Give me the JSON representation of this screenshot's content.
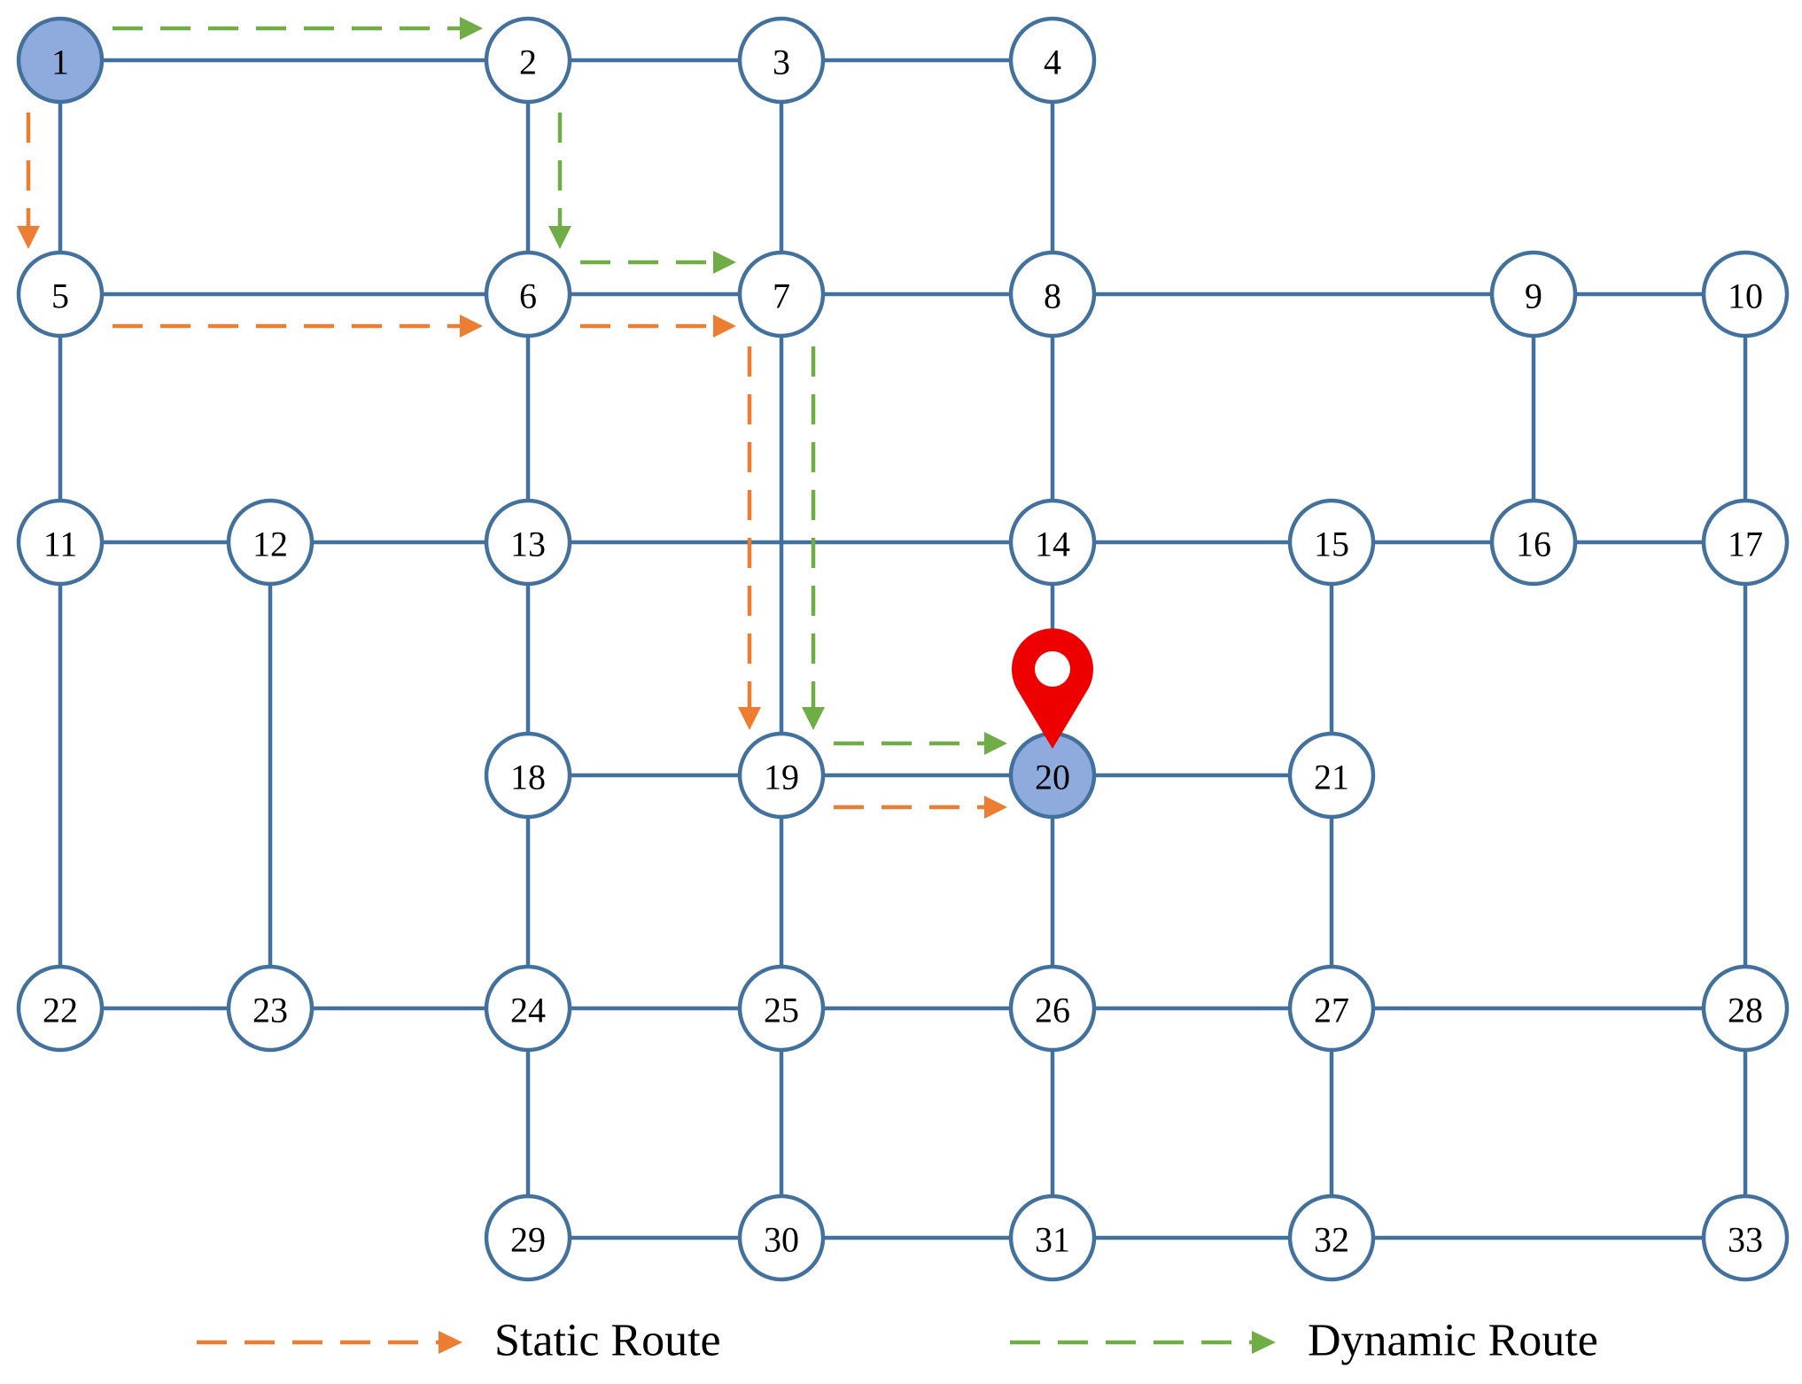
{
  "colors": {
    "edge": "#41719C",
    "node_fill": "#ffffff",
    "node_highlight_fill": "#8FAADC",
    "static_route": "#ED7D31",
    "dynamic_route": "#70AD47",
    "location_pin": "#EE0000"
  },
  "nodes": [
    {
      "id": "1",
      "highlight": true
    },
    {
      "id": "2"
    },
    {
      "id": "3"
    },
    {
      "id": "4"
    },
    {
      "id": "5"
    },
    {
      "id": "6"
    },
    {
      "id": "7"
    },
    {
      "id": "8"
    },
    {
      "id": "9"
    },
    {
      "id": "10"
    },
    {
      "id": "11"
    },
    {
      "id": "12"
    },
    {
      "id": "13"
    },
    {
      "id": "14"
    },
    {
      "id": "15"
    },
    {
      "id": "16"
    },
    {
      "id": "17"
    },
    {
      "id": "18"
    },
    {
      "id": "19"
    },
    {
      "id": "20",
      "highlight": true,
      "marker": "location-pin-icon"
    },
    {
      "id": "21"
    },
    {
      "id": "22"
    },
    {
      "id": "23"
    },
    {
      "id": "24"
    },
    {
      "id": "25"
    },
    {
      "id": "26"
    },
    {
      "id": "27"
    },
    {
      "id": "28"
    },
    {
      "id": "29"
    },
    {
      "id": "30"
    },
    {
      "id": "31"
    },
    {
      "id": "32"
    },
    {
      "id": "33"
    }
  ],
  "edges": [
    [
      "1",
      "2"
    ],
    [
      "2",
      "3"
    ],
    [
      "3",
      "4"
    ],
    [
      "1",
      "5"
    ],
    [
      "2",
      "6"
    ],
    [
      "3",
      "7"
    ],
    [
      "4",
      "8"
    ],
    [
      "5",
      "6"
    ],
    [
      "6",
      "7"
    ],
    [
      "7",
      "8"
    ],
    [
      "8",
      "9"
    ],
    [
      "9",
      "10"
    ],
    [
      "5",
      "11"
    ],
    [
      "6",
      "13"
    ],
    [
      "8",
      "14"
    ],
    [
      "9",
      "16"
    ],
    [
      "10",
      "17"
    ],
    [
      "11",
      "12"
    ],
    [
      "12",
      "13"
    ],
    [
      "13",
      "14"
    ],
    [
      "14",
      "15"
    ],
    [
      "15",
      "16"
    ],
    [
      "16",
      "17"
    ],
    [
      "7",
      "19"
    ],
    [
      "14",
      "20"
    ],
    [
      "15",
      "21"
    ],
    [
      "11",
      "22"
    ],
    [
      "12",
      "23"
    ],
    [
      "13",
      "18"
    ],
    [
      "17",
      "28"
    ],
    [
      "18",
      "19"
    ],
    [
      "19",
      "20"
    ],
    [
      "20",
      "21"
    ],
    [
      "18",
      "24"
    ],
    [
      "19",
      "25"
    ],
    [
      "20",
      "26"
    ],
    [
      "21",
      "27"
    ],
    [
      "22",
      "23"
    ],
    [
      "23",
      "24"
    ],
    [
      "24",
      "25"
    ],
    [
      "25",
      "26"
    ],
    [
      "26",
      "27"
    ],
    [
      "27",
      "28"
    ],
    [
      "24",
      "29"
    ],
    [
      "25",
      "30"
    ],
    [
      "26",
      "31"
    ],
    [
      "27",
      "32"
    ],
    [
      "28",
      "33"
    ],
    [
      "29",
      "30"
    ],
    [
      "30",
      "31"
    ],
    [
      "31",
      "32"
    ],
    [
      "32",
      "33"
    ]
  ],
  "routes": {
    "static": {
      "label": "Static Route",
      "path": [
        "1",
        "5",
        "6",
        "7",
        "19",
        "20"
      ]
    },
    "dynamic": {
      "label": "Dynamic Route",
      "path": [
        "1",
        "2",
        "6",
        "7",
        "19",
        "20"
      ]
    }
  },
  "legend": {
    "static_label": "Static Route",
    "dynamic_label": "Dynamic Route"
  }
}
